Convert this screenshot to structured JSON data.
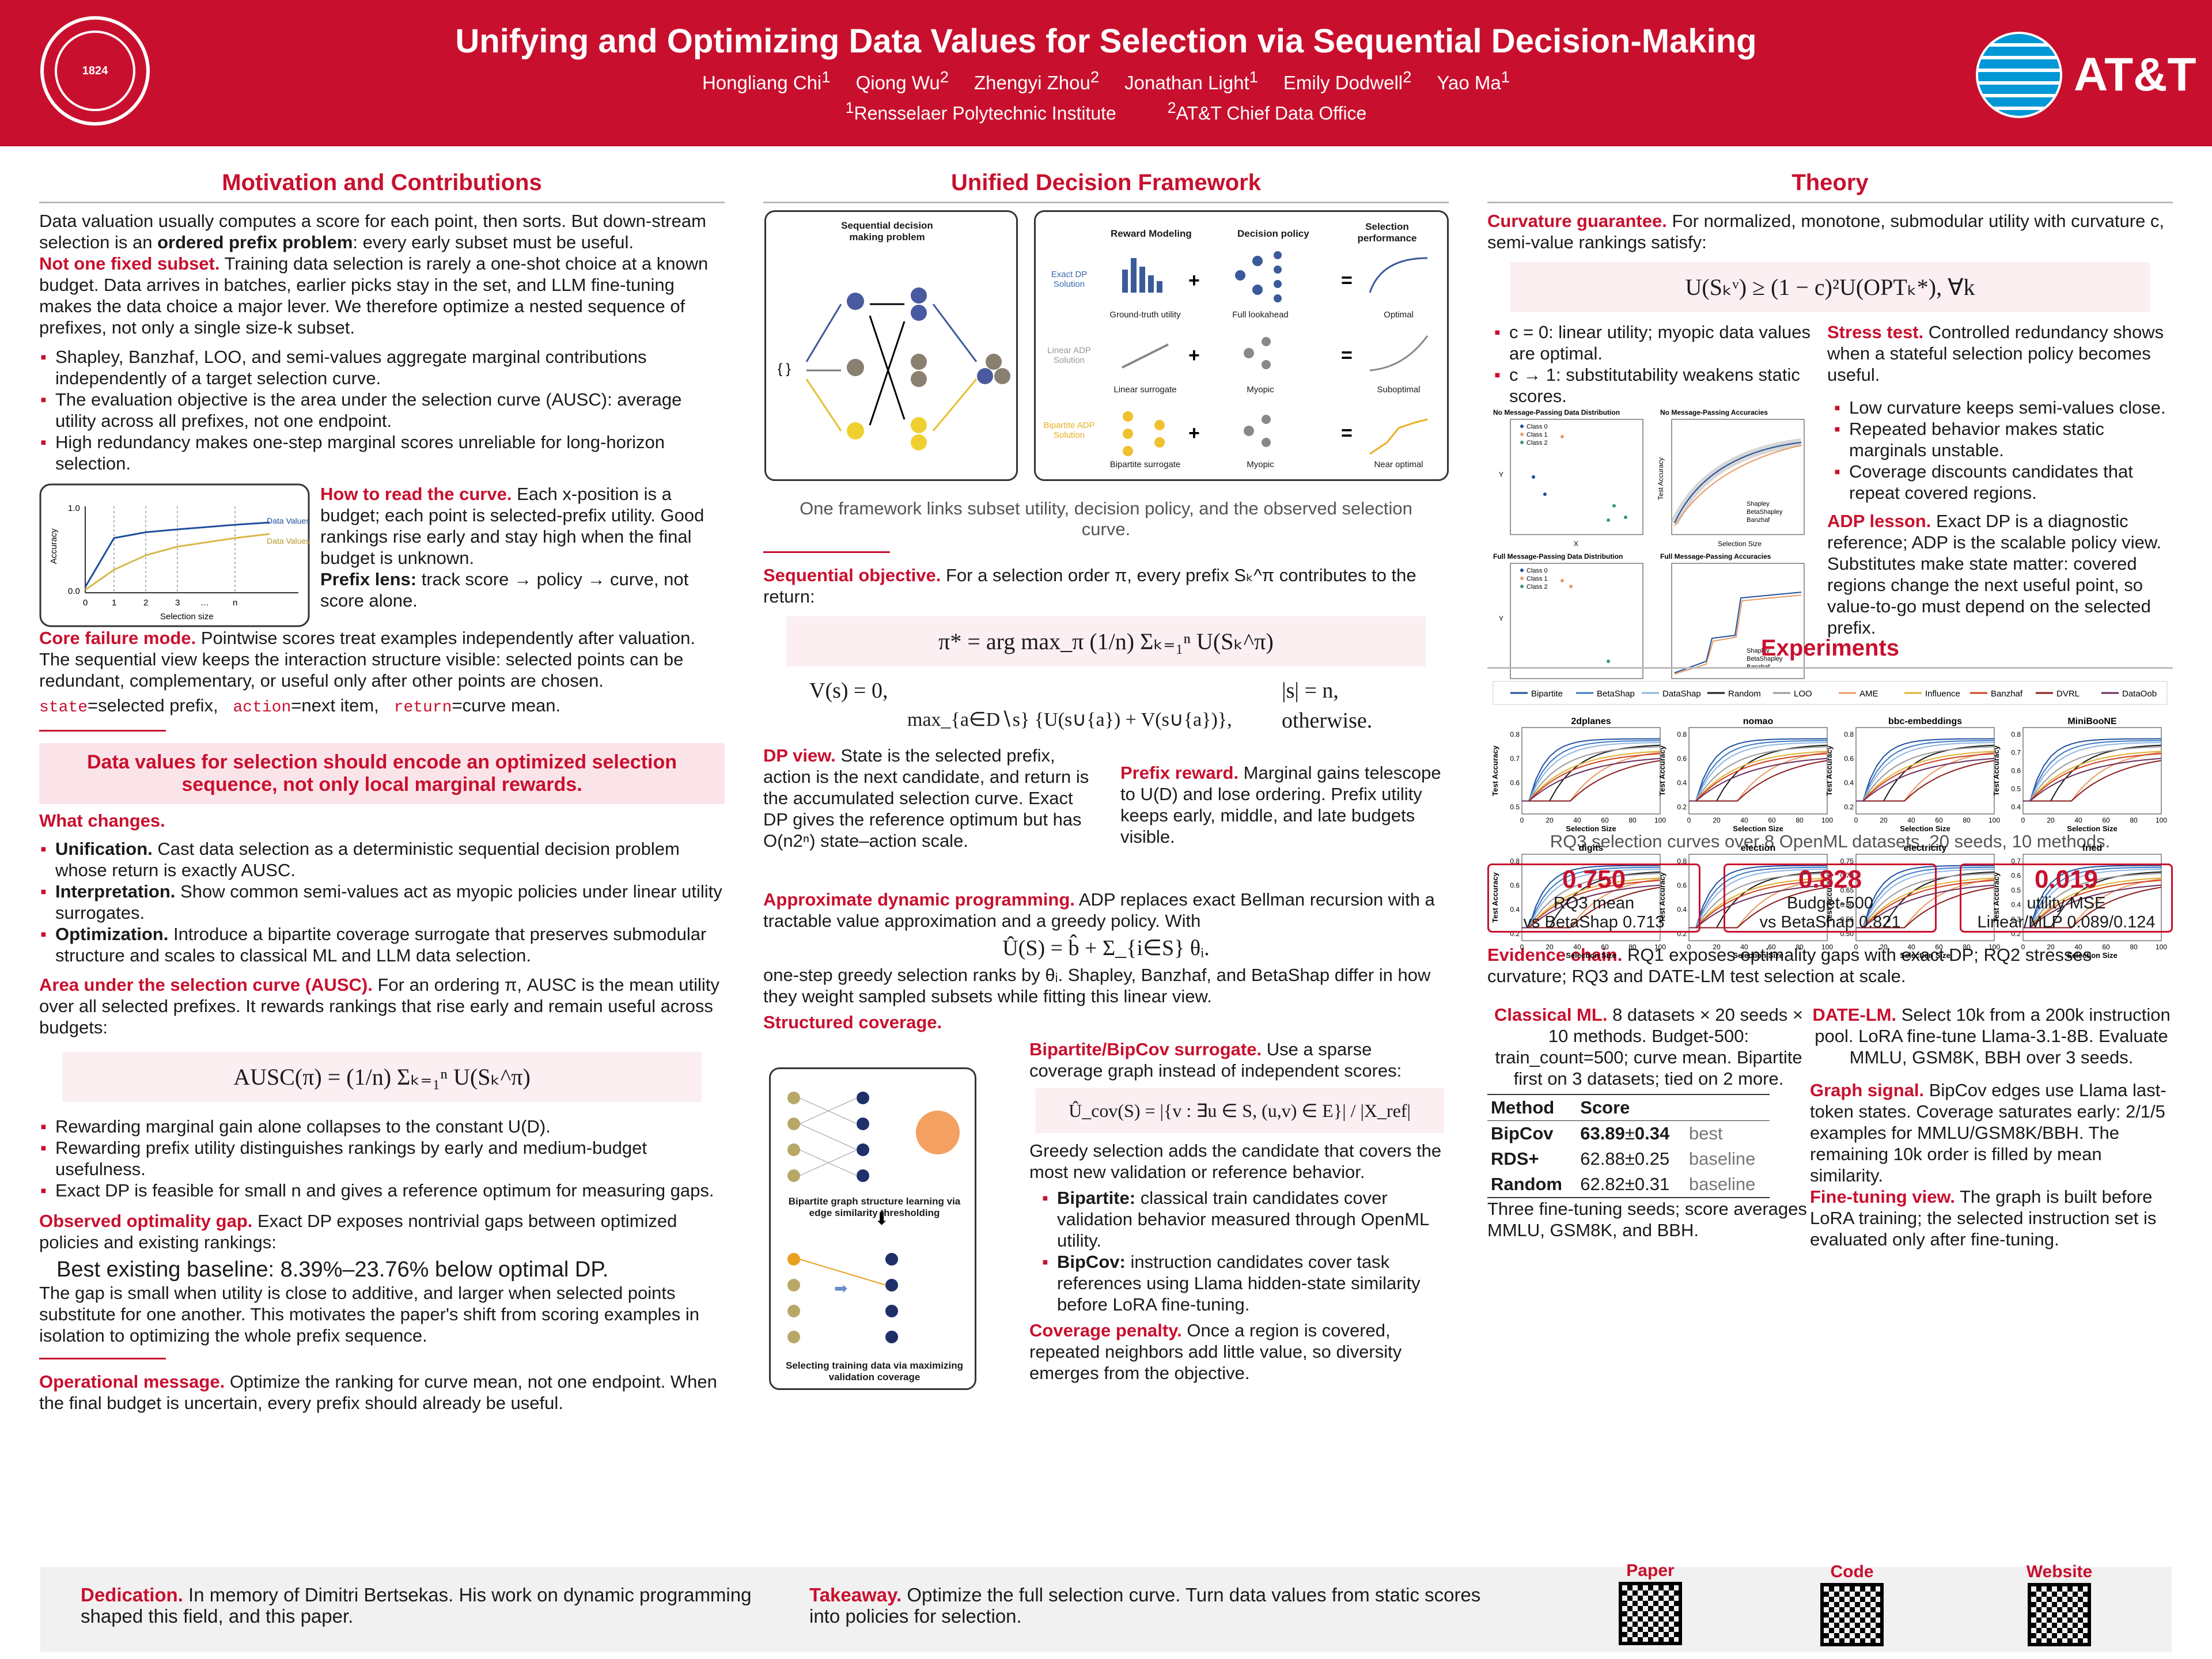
{
  "header": {
    "title": "Unifying and Optimizing Data Values for Selection via Sequential Decision-Making",
    "authors": [
      {
        "name": "Hongliang Chi",
        "sup": "1"
      },
      {
        "name": "Qiong Wu",
        "sup": "2"
      },
      {
        "name": "Zhengyi Zhou",
        "sup": "2"
      },
      {
        "name": "Jonathan Light",
        "sup": "1"
      },
      {
        "name": "Emily Dodwell",
        "sup": "2"
      },
      {
        "name": "Yao Ma",
        "sup": "1"
      }
    ],
    "affil1": "Rensselaer Polytechnic Institute",
    "affil2": "AT&T Chief Data Office",
    "logo": "AT&T",
    "seal": "1824"
  },
  "left": {
    "heading": "Motivation and Contributions",
    "intro_a": "Data valuation usually computes a score for each point, then sorts.  But down-stream selection is an ",
    "intro_b": "ordered prefix problem",
    "intro_c": ": every early subset must be useful.",
    "nofixed_lead": "Not one fixed subset.",
    "nofixed": "Training data selection is rarely a one-shot choice at a known budget.  Data arrives in batches, earlier picks stay in the set, and LLM fine-tuning makes the data choice a major lever.  We therefore optimize a nested sequence of prefixes, not only a single size-k subset.",
    "bullets1": [
      "Shapley, Banzhaf, LOO, and semi-values aggregate marginal contributions independently of a target selection curve.",
      "The evaluation objective is the area under the selection curve (AUSC): average utility across all prefixes, not one endpoint.",
      "High redundancy makes one-step marginal scores unreliable for long-horizon selection."
    ],
    "curve_lead": "How to read the curve.",
    "curve": "Each x-position is a budget; each point is selected-prefix utility. Good rankings rise early and stay high when the final budget is unknown.",
    "prefix_lead": "Prefix lens:",
    "prefix": "track score → policy → curve, not score alone.",
    "mini": {
      "ylabel": "Accuracy",
      "xlabel": "Selection size",
      "s1": "Data Values I",
      "s2": "Data Values II",
      "yt": [
        "1.0",
        "0.0"
      ],
      "xt": [
        "0",
        "1",
        "2",
        "3",
        "…",
        "n"
      ]
    },
    "core_lead": "Core failure mode.",
    "core": "Pointwise scores treat examples independently after valuation. The sequential view keeps the interaction structure visible: selected points can be redundant, complementary, or useful only after other points are chosen.",
    "state": "state",
    "state_d": "=selected prefix,",
    "action": "action",
    "action_d": "=next item,",
    "ret": "return",
    "ret_d": "=curve mean.",
    "callout": "Data values for selection should encode an optimized selection sequence, not only local marginal rewards.",
    "what": "What changes.",
    "bullets2": [
      [
        "Unification.",
        "Cast data selection as a deterministic sequential decision problem whose return is exactly AUSC."
      ],
      [
        "Interpretation.",
        "Show common semi-values act as myopic policies under linear utility surrogates."
      ],
      [
        "Optimization.",
        "Introduce a bipartite coverage surrogate that preserves submodular structure and scales to classical ML and LLM data selection."
      ]
    ],
    "ausc_lead": "Area under the selection curve (AUSC).",
    "ausc": "For an ordering π, AUSC is the mean utility over all selected prefixes.  It rewards rankings that rise early and remain useful across budgets:",
    "ausc_eq": "AUSC(π) = (1/n) Σₖ₌₁ⁿ U(Sₖ^π)",
    "bullets3": [
      "Rewarding marginal gain alone collapses to the constant U(D).",
      "Rewarding prefix utility distinguishes rankings by early and medium-budget usefulness.",
      "Exact DP is feasible for small n and gives a reference optimum for measuring gaps."
    ],
    "gap_lead": "Observed optimality gap.",
    "gap": "Exact DP exposes nontrivial gaps between optimized policies and existing rankings:",
    "gap_big": "Best existing baseline: 8.39%–23.76% below optimal DP.",
    "gap2": "The gap is small when utility is close to additive, and larger when selected points substitute for one another. This motivates the paper's shift from scoring examples in isolation to optimizing the whole prefix sequence.",
    "op_lead": "Operational message.",
    "op": "Optimize the ranking for curve mean, not one endpoint. When the final budget is uncertain, every prefix should already be useful."
  },
  "mid": {
    "heading": "Unified Decision Framework",
    "fig1": {
      "left_title": "Sequential decision making problem",
      "c1": "Reward Modeling",
      "c2": "Decision policy",
      "c3": "Selection performance",
      "rows": [
        {
          "name": "Exact DP Solution",
          "a": "Ground-truth utility",
          "b": "Full lookahead",
          "c": "Optimal"
        },
        {
          "name": "Linear ADP Solution",
          "a": "Linear surrogate",
          "b": "Myopic",
          "c": "Suboptimal"
        },
        {
          "name": "Bipartite ADP Solution",
          "a": "Bipartite surrogate",
          "b": "Myopic",
          "c": "Near optimal"
        }
      ]
    },
    "fig1_cap": "One framework links subset utility, decision policy, and the observed selection curve.",
    "seq_lead": "Sequential objective.",
    "seq": "For a selection order π, every prefix Sₖ^π contributes to the return:",
    "eq1": "π* = arg max_π (1/n) Σₖ₌₁ⁿ U(Sₖ^π)",
    "eq2a": "V(s) = 0,",
    "eq2a_r": "|s| = n,",
    "eq2b": "max_{a∈D∖s} {U(s∪{a}) + V(s∪{a})},",
    "eq2b_r": "otherwise.",
    "dp_lead": "DP view.",
    "dp": "State is the selected prefix, action is the next candidate, and return is the accumulated selection curve.  Exact DP gives the reference optimum but has O(n2ⁿ) state–action scale.",
    "pr_lead": "Prefix reward.",
    "pr": "Marginal gains telescope to U(D) and lose ordering. Prefix utility keeps early, middle, and late budgets visible.",
    "adp_lead": "Approximate dynamic programming.",
    "adp": "ADP replaces exact Bellman recursion with a tractable value approximation and a greedy policy.  With",
    "adp_eq": "Û(S) = b̂ + Σ_{i∈S} θᵢ.",
    "adp2": "one-step greedy selection ranks by θᵢ. Shapley, Banzhaf, and BetaShap differ in how they weight sampled subsets while fitting this linear view.",
    "sc_lead": "Structured coverage.",
    "fig2": {
      "top": "Bipartite graph structure learning via edge similarity thresholding",
      "bot_a": "Selecting training data",
      "bot_b": "via maximizing validation coverage"
    },
    "bip_lead": "Bipartite/BipCov surrogate.",
    "bip": "Use a sparse coverage graph instead of independent scores:",
    "bip_eq": "Û_cov(S) = |{v : ∃u ∈ S, (u,v) ∈ E}| / |X_ref|",
    "greedy": "Greedy selection adds the candidate that covers the most new validation or reference behavior.",
    "bullets": [
      [
        "Bipartite:",
        "classical train candidates cover validation behavior measured through OpenML utility."
      ],
      [
        "BipCov:",
        "instruction candidates cover task references using Llama hidden-state similarity before LoRA fine-tuning."
      ]
    ],
    "cp_lead": "Coverage penalty.",
    "cp": "Once a region is covered, repeated neighbors add little value, so diversity emerges from the objective."
  },
  "right": {
    "heading": "Theory",
    "curv_lead": "Curvature guarantee.",
    "curv": "For normalized, monotone, submodular utility with curvature c, semi-value rankings satisfy:",
    "curv_eq": "U(Sₖᵛ) ≥ (1 − c)²U(OPTₖ*),  ∀k",
    "cb": [
      "c = 0: linear utility; myopic data values are optimal.",
      "c → 1: substitutability weakens static scores."
    ],
    "st_lead": "Stress test.",
    "st": "Controlled redundancy shows when a stateful selection policy becomes useful.",
    "sb": [
      "Low curvature keeps semi-values close.",
      "Repeated behavior makes static marginals unstable.",
      "Coverage discounts candidates that repeat covered regions."
    ],
    "adpl_lead": "ADP lesson.",
    "adpl": "Exact DP is a diagnostic reference; ADP is the scalable policy view. Substitutes make state matter: covered regions change the next useful point, so value-to-go must depend on the selected prefix.",
    "st_fig": {
      "t1": "No Message-Passing Data Distribution",
      "t2": "No Message-Passing Accuracies",
      "t3": "Full Message-Passing Data Distribution",
      "t4": "Full Message-Passing Accuracies",
      "cls": [
        "Class 0",
        "Class 1",
        "Class 2"
      ],
      "leg": [
        "Shapley",
        "BetaShapley",
        "Banzhaf"
      ],
      "xl": "X",
      "yl": "Y",
      "yl2": "Test Accuracy",
      "xl2": "Selection Size"
    },
    "exp_heading": "Experiments",
    "legend": [
      "Bipartite",
      "BetaShap",
      "DataShap",
      "Random",
      "LOO",
      "AME",
      "Influence",
      "Banzhaf",
      "DVRL",
      "DataOob"
    ],
    "legend_colors": [
      "#1f4e9c",
      "#3c78c8",
      "#8fb6e0",
      "#1a1a1a",
      "#999999",
      "#e89a66",
      "#e0b030",
      "#d04020",
      "#8a1a1a",
      "#6a2a5a"
    ],
    "panels": [
      {
        "t": "2dplanes",
        "y": [
          "0.8",
          "0.7",
          "0.6",
          "0.5"
        ]
      },
      {
        "t": "nomao",
        "y": [
          "0.8",
          "0.6",
          "0.4",
          "0.2"
        ]
      },
      {
        "t": "bbc-embeddings",
        "y": [
          "0.8",
          "0.6",
          "0.4",
          "0.2"
        ]
      },
      {
        "t": "MiniBooNE",
        "y": [
          "0.8",
          "0.7",
          "0.6",
          "0.5",
          "0.4"
        ]
      },
      {
        "t": "digits",
        "y": [
          "0.8",
          "0.6",
          "0.4",
          "0.2"
        ]
      },
      {
        "t": "election",
        "y": [
          "0.8",
          "0.6",
          "0.4",
          "0.2"
        ]
      },
      {
        "t": "electricity",
        "y": [
          "0.75",
          "0.70",
          "0.65",
          "0.60",
          "0.55",
          "0.50"
        ]
      },
      {
        "t": "fried",
        "y": [
          "0.7",
          "0.6",
          "0.5",
          "0.4",
          "0.3",
          "0.2"
        ]
      }
    ],
    "px": [
      "0",
      "20",
      "40",
      "60",
      "80",
      "100"
    ],
    "pxl": "Selection Size",
    "pyl": "Test Accuracy",
    "exp_cap": "RQ3 selection curves over 8 OpenML datasets, 20 seeds, 10 methods.",
    "stats": [
      {
        "v": "0.750",
        "l1": "RQ3  mean",
        "l2": "vs BetaShap 0.713"
      },
      {
        "v": "0.828",
        "l1": "Budget-500",
        "l2": "vs BetaShap 0.821"
      },
      {
        "v": "0.019",
        "l1": "utility  MSE",
        "l2": "Linear/MLP 0.089/0.124"
      }
    ],
    "ev_lead": "Evidence chain.",
    "ev": "RQ1 exposes optimality gaps with exact DP; RQ2 stresses curvature; RQ3 and DATE-LM test selection at scale.",
    "cml_lead": "Classical ML.",
    "cml": "8 datasets × 20 seeds × 10 methods.  Budget-500: train_count=500; curve mean.  Bipartite first on 3 datasets; tied on 2 more.",
    "tbl_h": [
      "Method",
      "Score"
    ],
    "tbl": [
      [
        "BipCov",
        "63.89",
        "0.34",
        "best"
      ],
      [
        "RDS+",
        "62.88",
        "0.25",
        "baseline"
      ],
      [
        "Random",
        "62.82",
        "0.31",
        "baseline"
      ]
    ],
    "tbl_cap": "Three fine-tuning seeds; score averages MMLU, GSM8K, and BBH.",
    "dlm_lead": "DATE-LM.",
    "dlm": "Select 10k from a 200k instruction pool.  LoRA fine-tune Llama-3.1-8B.  Evaluate MMLU, GSM8K, BBH over 3 seeds.",
    "gs_lead": "Graph signal.",
    "gs": "BipCov edges use Llama last-token states.  Coverage saturates early: 2/1/5 examples for MMLU/GSM8K/BBH. The remaining 10k order is filled by mean similarity.",
    "fv_lead": "Fine-tuning view.",
    "fv": "The graph is built before LoRA training; the selected instruction set is evaluated only after fine-tuning."
  },
  "footer": {
    "ded_lead": "Dedication.",
    "ded": "In memory of Dimitri Bertsekas.  His work on dynamic programming shaped this field, and this paper.",
    "tk_lead": "Takeaway.",
    "tk": "Optimize the full selection curve.  Turn data values from static scores into policies for selection.",
    "qr": [
      "Paper",
      "Code",
      "Website"
    ]
  }
}
